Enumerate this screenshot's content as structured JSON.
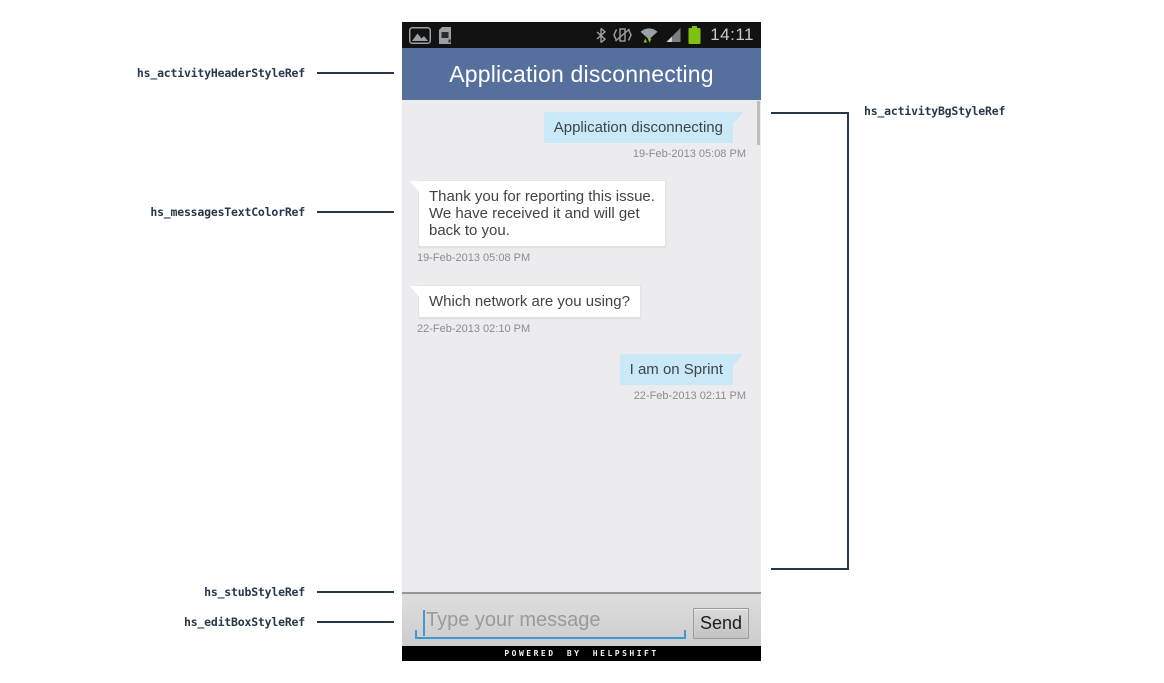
{
  "annotations": {
    "left": [
      {
        "label": "hs_activityHeaderStyleRef"
      },
      {
        "label": "hs_messagesTextColorRef"
      },
      {
        "label": "hs_stubStyleRef"
      },
      {
        "label": "hs_editBoxStyleRef"
      }
    ],
    "right": {
      "label": "hs_activityBgStyleRef"
    }
  },
  "phone": {
    "status_bar": {
      "time": "14:11",
      "icons": [
        "gallery",
        "sim-card",
        "bluetooth",
        "vibrate-mute",
        "wifi-data",
        "signal-strength",
        "battery"
      ]
    },
    "header": {
      "title": "Application disconnecting"
    },
    "chat": {
      "messages": [
        {
          "side": "right",
          "text": "Application disconnecting",
          "timestamp": "19-Feb-2013 05:08 PM"
        },
        {
          "side": "left",
          "text": "Thank you for reporting this issue.\nWe have received it and will get\nback to you.",
          "timestamp": "19-Feb-2013 05:08 PM"
        },
        {
          "side": "left",
          "text": "Which network are you using?",
          "timestamp": "22-Feb-2013 02:10 PM"
        },
        {
          "side": "right",
          "text": "I am on Sprint",
          "timestamp": "22-Feb-2013 02:11 PM"
        }
      ]
    },
    "composer": {
      "placeholder": "Type your message",
      "value": "",
      "send_label": "Send"
    },
    "footer": {
      "text": "POWERED BY HELPSHIFT"
    }
  },
  "colors": {
    "header_bg": "#56709d",
    "chat_bg": "#ececee",
    "user_bubble": "#c9e8f8",
    "admin_bubble": "#ffffff",
    "message_text": "#3f4447",
    "timestamp_text": "#8c8c8c",
    "edit_underline": "#3e9ad2",
    "battery_green": "#7ec113",
    "annotation_text": "#26384a"
  }
}
